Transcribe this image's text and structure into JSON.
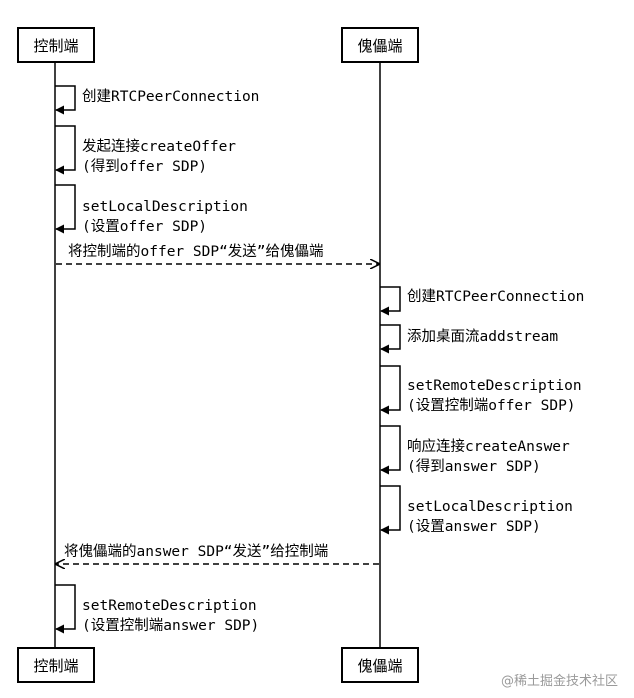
{
  "participants": {
    "left": {
      "label": "控制端"
    },
    "right": {
      "label": "傀儡端"
    }
  },
  "messages": [
    {
      "kind": "self",
      "side": "left",
      "lines": [
        "创建RTCPeerConnection"
      ]
    },
    {
      "kind": "self",
      "side": "left",
      "lines": [
        "发起连接createOffer",
        "(得到offer SDP)"
      ]
    },
    {
      "kind": "self",
      "side": "left",
      "lines": [
        "setLocalDescription",
        "(设置offer SDP)"
      ]
    },
    {
      "kind": "cross",
      "direction": "left-to-right",
      "lines": [
        "将控制端的offer SDP“发送”给傀儡端"
      ]
    },
    {
      "kind": "self",
      "side": "right",
      "lines": [
        "创建RTCPeerConnection"
      ]
    },
    {
      "kind": "self",
      "side": "right",
      "lines": [
        "添加桌面流addstream"
      ]
    },
    {
      "kind": "self",
      "side": "right",
      "lines": [
        "setRemoteDescription",
        "(设置控制端offer SDP)"
      ]
    },
    {
      "kind": "self",
      "side": "right",
      "lines": [
        "响应连接createAnswer",
        "(得到answer SDP)"
      ]
    },
    {
      "kind": "self",
      "side": "right",
      "lines": [
        "setLocalDescription",
        "(设置answer SDP)"
      ]
    },
    {
      "kind": "cross",
      "direction": "right-to-left",
      "lines": [
        "将傀儡端的answer SDP“发送”给控制端"
      ]
    },
    {
      "kind": "self",
      "side": "left",
      "lines": [
        "setRemoteDescription",
        "(设置控制端answer SDP)"
      ]
    }
  ],
  "watermark": "@稀土掘金技术社区"
}
